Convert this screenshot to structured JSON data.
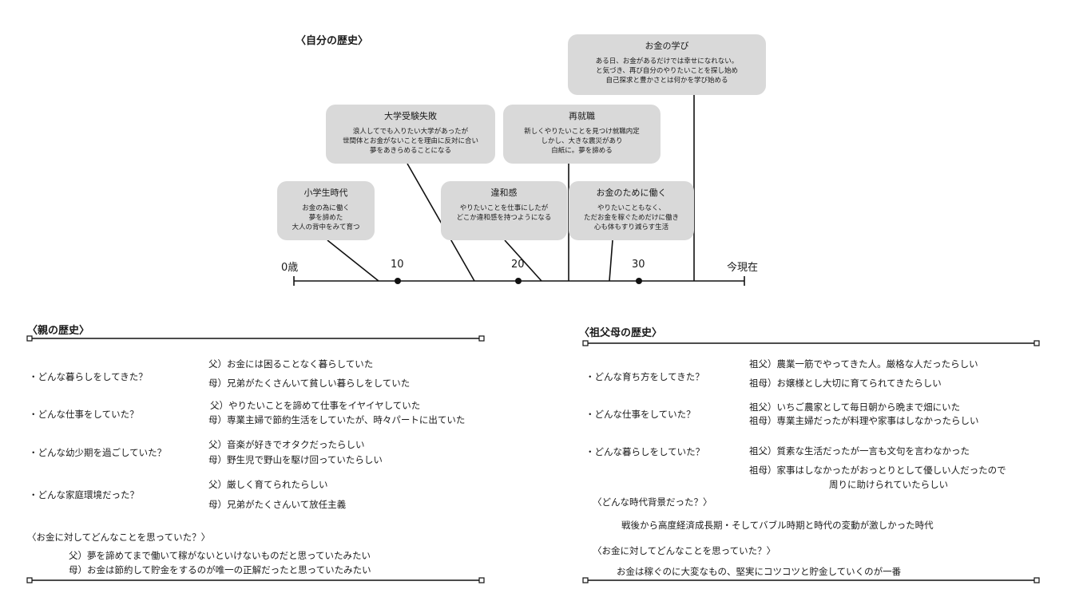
{
  "timeline": {
    "title": "〈自分の歴史〉",
    "ticks": [
      "0歳",
      "10",
      "20",
      "30",
      "今現在"
    ],
    "events": [
      {
        "title": "小学生時代",
        "body": "お金の為に働く\n夢を諦めた\n大人の背中をみて育つ"
      },
      {
        "title": "大学受験失敗",
        "body": "浪人してでも入りたい大学があったが\n世間体とお金がないことを理由に反対に合い\n夢をあきらめることになる"
      },
      {
        "title": "違和感",
        "body": "やりたいことを仕事にしたが\nどこか違和感を持つようになる"
      },
      {
        "title": "再就職",
        "body": "新しくやりたいことを見つけ就職内定\nしかし、大きな震災があり\n白紙に。夢を諦める"
      },
      {
        "title": "お金のために働く",
        "body": "やりたいこともなく、\nただお金を稼ぐためだけに働き\n心も体もすり減らす生活"
      },
      {
        "title": "お金の学び",
        "body": "ある日、お金があるだけでは幸せになれない。\nと気づき、再び自分のやりたいことを探し始め\n自己探求と豊かさとは何かを学び始める"
      }
    ]
  },
  "parents": {
    "title": "〈親の歴史〉",
    "rows": [
      {
        "q": "・どんな暮らしをしてきた？",
        "a1": "父）お金には困ることなく暮らしていた",
        "a2": "母）兄弟がたくさんいて貧しい暮らしをしていた"
      },
      {
        "q": "・どんな仕事をしていた？",
        "a1": "父）やりたいことを諦めて仕事をイヤイヤしていた",
        "a2": "母）専業主婦で節約生活をしていたが、時々パートに出ていた"
      },
      {
        "q": "・どんな幼少期を過ごしていた？",
        "a1": "父）音楽が好きでオタクだったらしい",
        "a2": "母）野生児で野山を駆け回っていたらしい"
      },
      {
        "q": "・どんな家庭環境だった？",
        "a1": "父）厳しく育てられたらしい",
        "a2": "母）兄弟がたくさんいて放任主義"
      }
    ],
    "money_q": "〈お金に対してどんなことを思っていた？〉",
    "money_a1": "父）夢を諦めてまで働いて稼がないといけないものだと思っていたみたい",
    "money_a2": "母）お金は節約して貯金をするのが唯一の正解だったと思っていたみたい"
  },
  "grandparents": {
    "title": "〈祖父母の歴史〉",
    "rows": [
      {
        "q": "・どんな育ち方をしてきた？",
        "a1": "祖父）農業一筋でやってきた人。厳格な人だったらしい",
        "a2": "祖母）お嬢様とし大切に育てられてきたらしい"
      },
      {
        "q": "・どんな仕事をしていた？",
        "a1": "祖父）いちご農家として毎日朝から晩まで畑にいた",
        "a2": "祖母）専業主婦だったが料理や家事はしなかったらしい"
      },
      {
        "q": "・どんな暮らしをしていた？",
        "a1": "祖父）質素な生活だったが一言も文句を言わなかった",
        "a2": "祖母）家事はしなかったがおっとりとして優しい人だったので",
        "a3": "周りに助けられていたらしい"
      }
    ],
    "era_q": "〈どんな時代背景だった？〉",
    "era_a": "戦後から高度経済成長期・そしてバブル時期と時代の変動が激しかった時代",
    "money_q": "〈お金に対してどんなことを思っていた？〉",
    "money_a": "お金は稼ぐのに大変なもの、堅実にコツコツと貯金していくのが一番"
  }
}
